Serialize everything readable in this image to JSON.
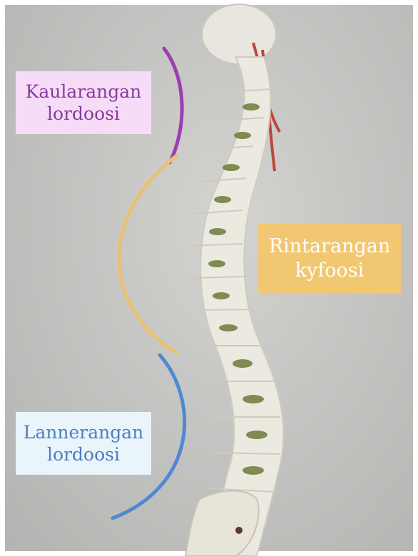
{
  "labels": {
    "cervical": "Kaularangan\nlordoosi",
    "thoracic": "Rintarangan\nkyfoosi",
    "lumbar": "Lannerangan\nlordoosi"
  },
  "colors": {
    "cervical_curve": "#9b3fb0",
    "thoracic_curve": "#e9c171",
    "lumbar_curve": "#4f88d4",
    "background": "#c8c9c6",
    "bone": "#efece4",
    "disc": "#6f7a3a"
  }
}
